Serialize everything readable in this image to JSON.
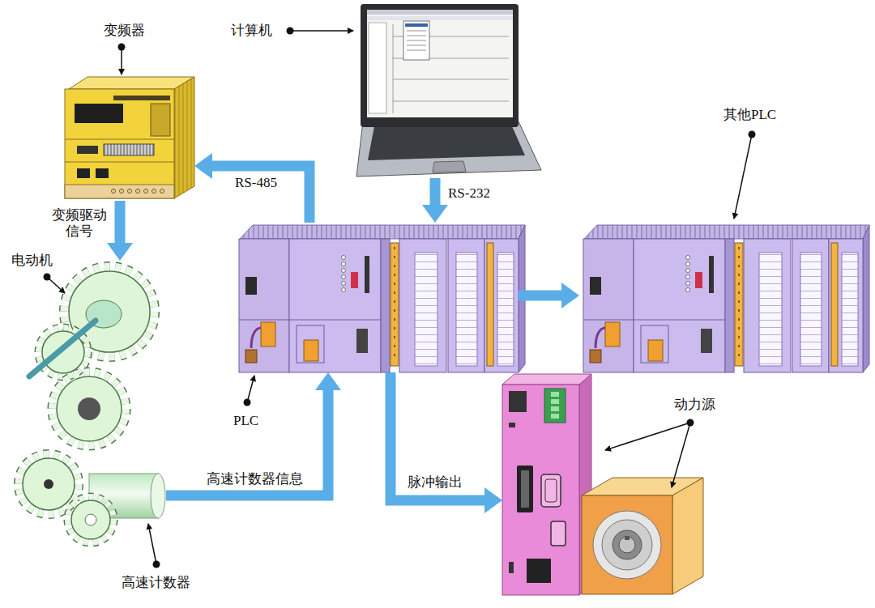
{
  "diagram": {
    "nodes": [
      {
        "text": [
          "变频器"
        ]
      },
      {
        "text": [
          "计算机"
        ]
      },
      {
        "text": [
          "PLC"
        ]
      },
      {
        "text": [
          "其他PLC"
        ]
      },
      {
        "text": [
          "电动机"
        ]
      },
      {
        "text": [
          "高速计数器"
        ]
      },
      {
        "text": [
          "动力源"
        ]
      }
    ],
    "edges": [
      {
        "from": 2,
        "to": 0,
        "label": "RS-485",
        "arrow": "to"
      },
      {
        "from": 1,
        "to": 2,
        "label": "RS-232",
        "arrow": "to"
      },
      {
        "from": 0,
        "to": 4,
        "label": "变频驱动 信号",
        "arrow": "to"
      },
      {
        "from": 5,
        "to": 2,
        "label": "高速计数器信息",
        "arrow": "to"
      },
      {
        "from": 2,
        "to": 3,
        "arrow": "to"
      },
      {
        "from": 2,
        "to": 6,
        "label": "脉冲输出",
        "arrow": "to"
      }
    ]
  }
}
